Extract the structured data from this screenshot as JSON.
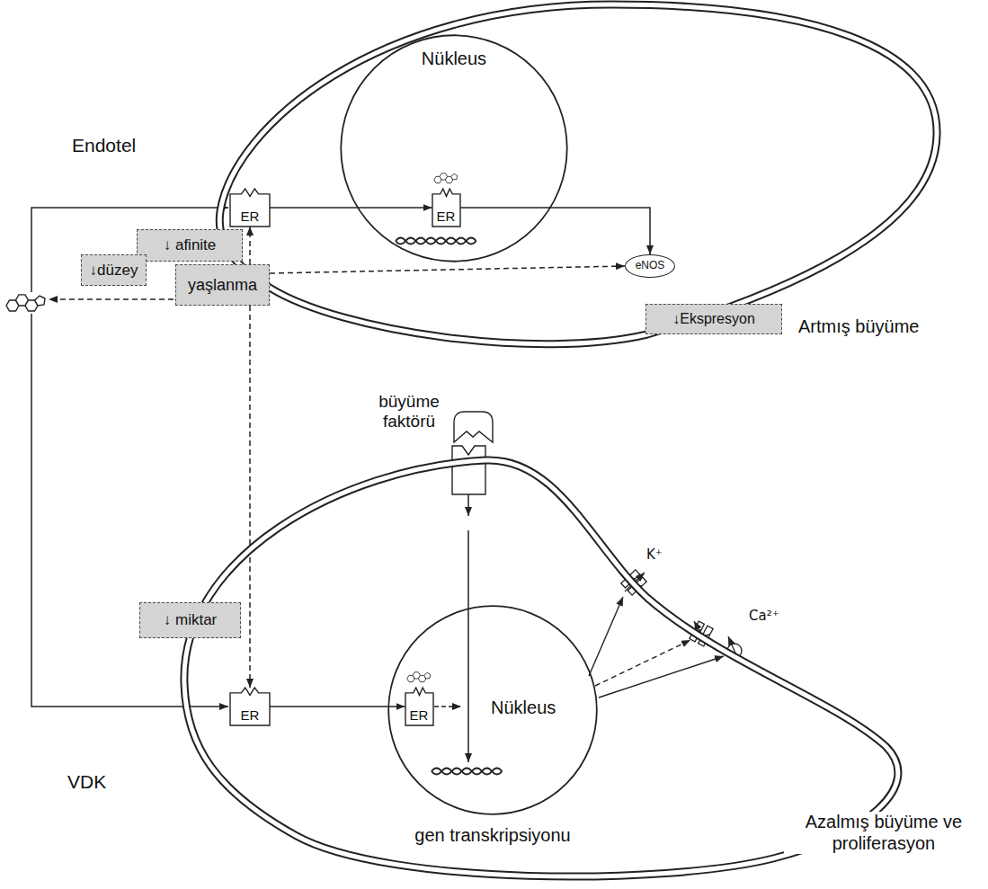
{
  "diagram": {
    "nodes": [
      {
        "text": [
          "Endotel"
        ]
      },
      {
        "text": [
          "Nükleus"
        ],
        "in": 0
      },
      {
        "text": [
          "ER"
        ],
        "in": 0
      },
      {
        "text": [
          "ER"
        ],
        "in": 1
      },
      {
        "text": [
          "eNOS"
        ],
        "in": 0
      },
      {
        "text": [
          "↓ afinite"
        ]
      },
      {
        "text": [
          "↓Ekspresyon"
        ]
      },
      {
        "text": [
          "↓düzey"
        ]
      },
      {
        "text": [
          "yaşlanma"
        ]
      },
      {
        "text": [
          "VDK"
        ]
      },
      {
        "text": [
          "Nükleus"
        ],
        "in": 9
      },
      {
        "text": [
          "ER"
        ],
        "in": 9
      },
      {
        "text": [
          "ER"
        ],
        "in": 10
      },
      {
        "text": [
          "↓ miktar"
        ]
      }
    ],
    "edges": [
      {
        "from": 2,
        "to": 3,
        "arrow": "to"
      },
      {
        "from": 3,
        "to": 4,
        "arrow": "to"
      },
      {
        "from": 8,
        "to": 2,
        "arrow": "to"
      },
      {
        "from": 8,
        "to": 4,
        "arrow": "to"
      },
      {
        "from": 8,
        "to": 11,
        "arrow": "to"
      },
      {
        "from": 11,
        "to": 12,
        "arrow": "to"
      }
    ],
    "labels": [
      "Artmış büyüme",
      "büyüme faktörü",
      "K⁺",
      "Ca²⁺",
      "gen transkripsiyonu",
      "Azalmış büyüme ve proliferasyon"
    ]
  }
}
